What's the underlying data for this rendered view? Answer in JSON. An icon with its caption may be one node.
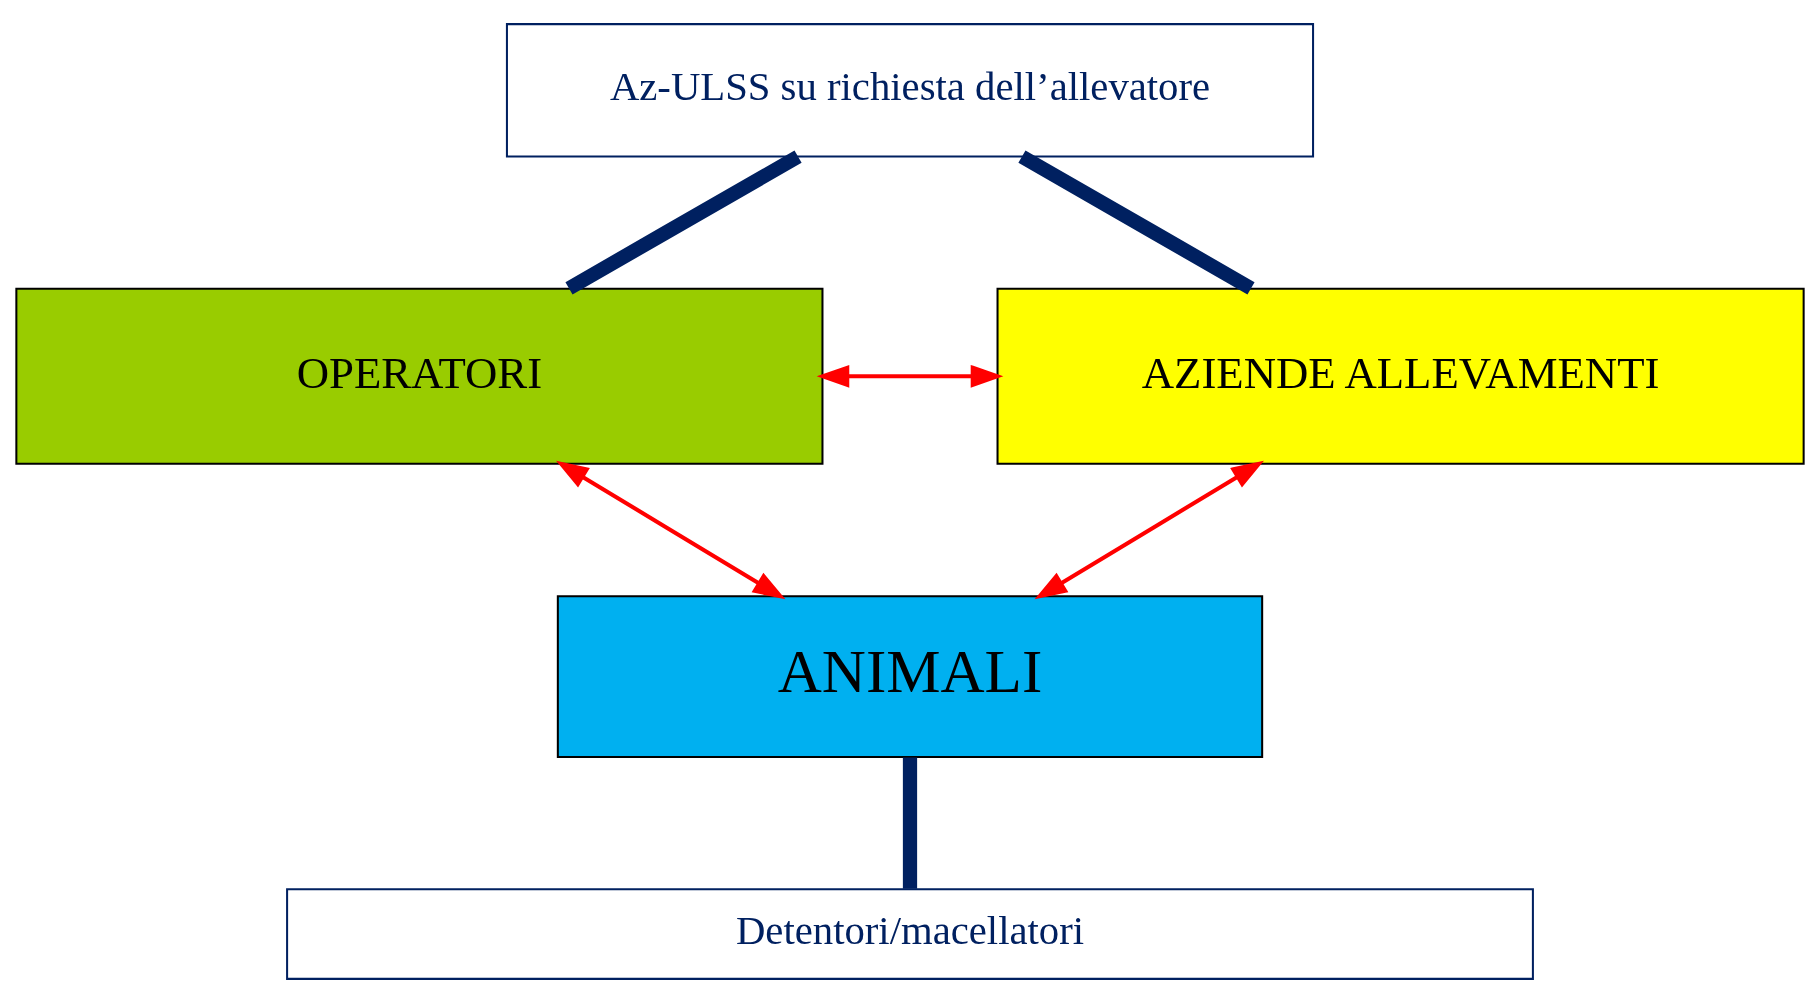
{
  "diagram": {
    "nodes": [
      {
        "text": [
          "Az-ULSS su richiesta dell’allevatore"
        ]
      },
      {
        "text": [
          "OPERATORI"
        ]
      },
      {
        "text": [
          "AZIENDE ALLEVAMENTI"
        ]
      },
      {
        "text": [
          "ANIMALI"
        ]
      },
      {
        "text": [
          "Detentori/macellatori"
        ]
      }
    ],
    "edges": [
      {
        "from": 0,
        "to": 1,
        "arrow": "none",
        "style": "thick"
      },
      {
        "from": 0,
        "to": 2,
        "arrow": "none",
        "style": "thick"
      },
      {
        "from": 1,
        "to": 2,
        "arrow": "both",
        "color": "#ff0000"
      },
      {
        "from": 1,
        "to": 3,
        "arrow": "both",
        "color": "#ff0000"
      },
      {
        "from": 2,
        "to": 3,
        "arrow": "both",
        "color": "#ff0000"
      },
      {
        "from": 3,
        "to": 4,
        "arrow": "none",
        "style": "thick"
      }
    ]
  }
}
